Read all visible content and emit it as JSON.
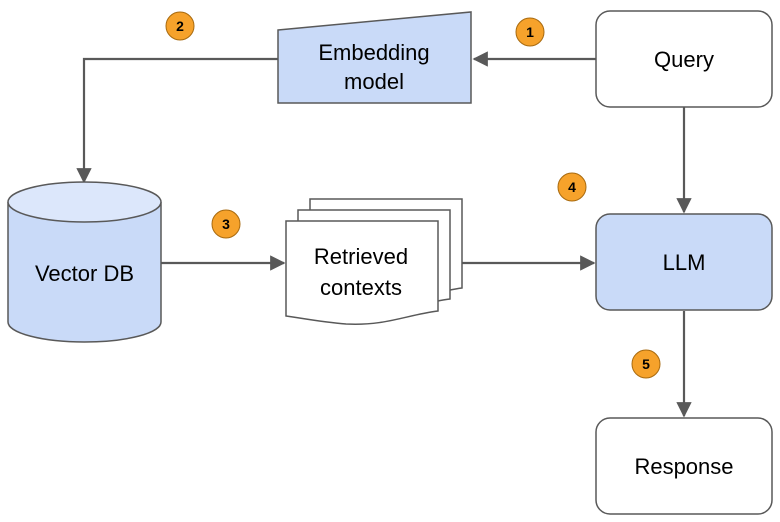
{
  "nodes": {
    "query": "Query",
    "embedding_line1": "Embedding",
    "embedding_line2": "model",
    "vector_db": "Vector DB",
    "retrieved_line1": "Retrieved",
    "retrieved_line2": "contexts",
    "llm": "LLM",
    "response": "Response"
  },
  "steps": [
    "1",
    "2",
    "3",
    "4",
    "5"
  ],
  "colors": {
    "fill_blue": "#c9daf8",
    "fill_top": "#dce7fb",
    "stroke": "#595959",
    "arrow": "#595959",
    "badge": "#f6a22b",
    "badge_stroke": "#a86a0f"
  }
}
